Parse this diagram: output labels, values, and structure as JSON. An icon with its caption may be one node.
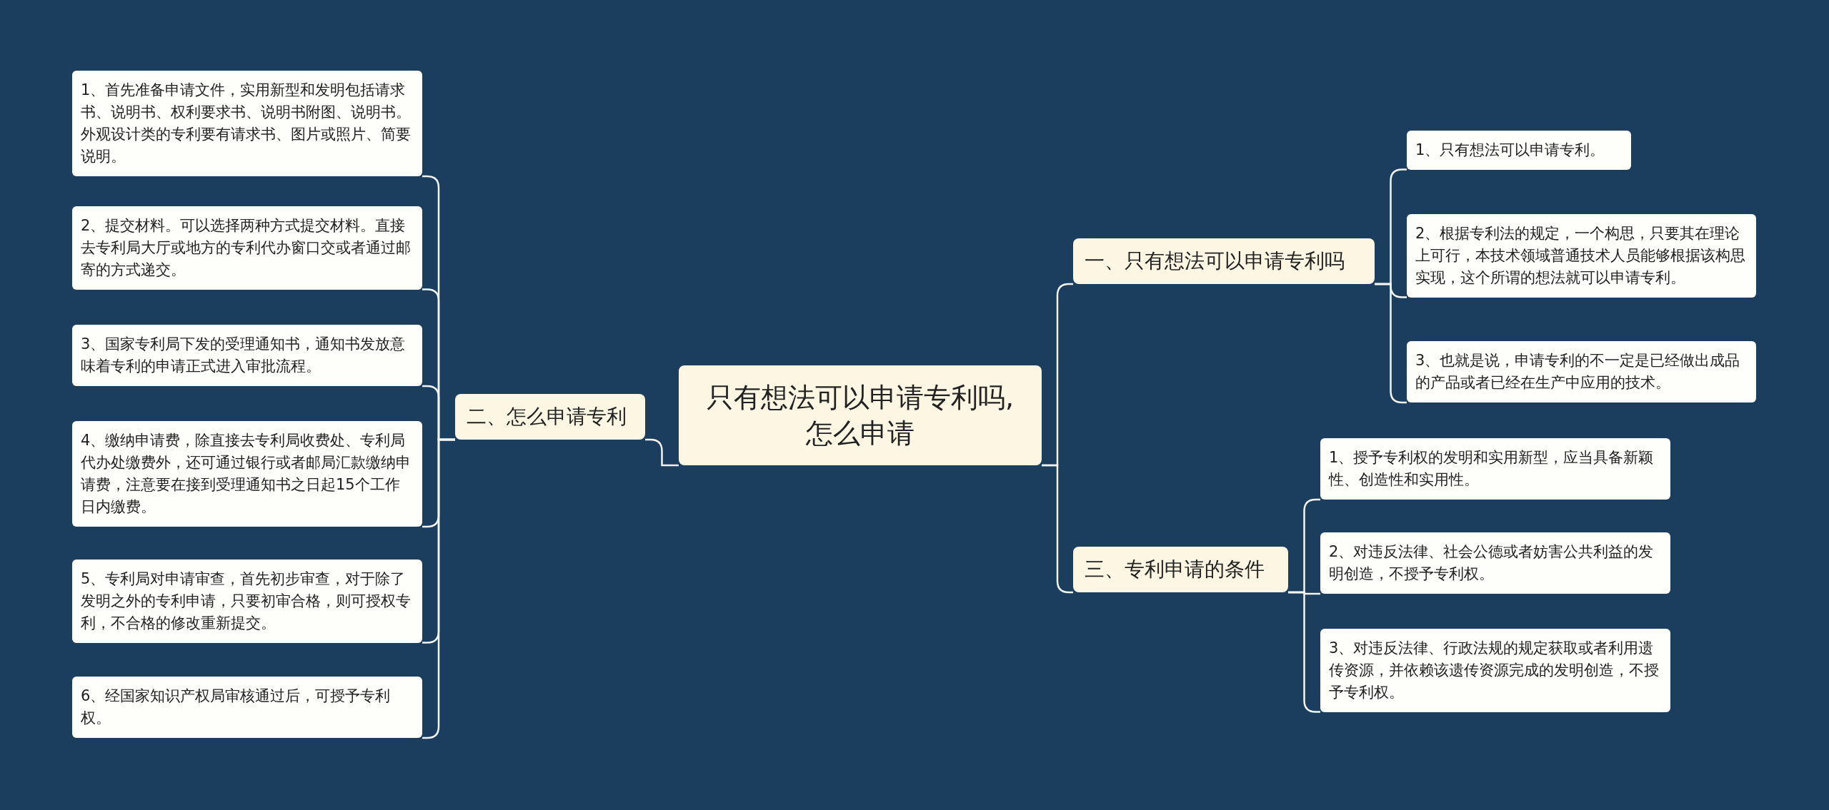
{
  "diagram": {
    "nodes": [
      {
        "text": [
          "只有想法可以申请专利吗,怎么申请"
        ]
      },
      {
        "text": [
          "一、只有想法可以申请专利吗"
        ]
      },
      {
        "text": [
          "1、只有想法可以申请专利。"
        ]
      },
      {
        "text": [
          "2、根据专利法的规定，一个构思，只要其在理论上可行，本技术领域普通技术人员能够根据该构思实现，这个所谓的想法就可以申请专利。"
        ]
      },
      {
        "text": [
          "3、也就是说，申请专利的不一定是已经做出成品的产品或者已经在生产中应用的技术。"
        ]
      },
      {
        "text": [
          "三、专利申请的条件"
        ]
      },
      {
        "text": [
          "1、授予专利权的发明和实用新型，应当具备新颖性、创造性和实用性。"
        ]
      },
      {
        "text": [
          "2、对违反法律、社会公德或者妨害公共利益的发明创造，不授予专利权。"
        ]
      },
      {
        "text": [
          "3、对违反法律、行政法规的规定获取或者利用遗传资源，并依赖该遗传资源完成的发明创造，不授予专利权。"
        ]
      },
      {
        "text": [
          "二、怎么申请专利"
        ]
      },
      {
        "text": [
          "1、首先准备申请文件，实用新型和发明包括请求书、说明书、权利要求书、说明书附图、说明书。外观设计类的专利要有请求书、图片或照片、简要说明。"
        ]
      },
      {
        "text": [
          "2、提交材料。可以选择两种方式提交材料。直接去专利局大厅或地方的专利代办窗口交或者通过邮寄的方式递交。"
        ]
      },
      {
        "text": [
          "3、国家专利局下发的受理通知书，通知书发放意味着专利的申请正式进入审批流程。"
        ]
      },
      {
        "text": [
          "4、缴纳申请费，除直接去专利局收费处、专利局代办处缴费外，还可通过银行或者邮局汇款缴纳申请费，注意要在接到受理通知书之日起15个工作日内缴费。"
        ]
      },
      {
        "text": [
          "5、专利局对申请审查，首先初步审查，对于除了发明之外的专利申请，只要初审合格，则可授权专利，不合格的修改重新提交。"
        ]
      },
      {
        "text": [
          "6、经国家知识产权局审核通过后，可授予专利权。"
        ]
      }
    ],
    "edges": [
      {
        "from": 0,
        "to": 1,
        "arrow": "none"
      },
      {
        "from": 1,
        "to": 2,
        "arrow": "none"
      },
      {
        "from": 1,
        "to": 3,
        "arrow": "none"
      },
      {
        "from": 1,
        "to": 4,
        "arrow": "none"
      },
      {
        "from": 0,
        "to": 5,
        "arrow": "none"
      },
      {
        "from": 5,
        "to": 6,
        "arrow": "none"
      },
      {
        "from": 5,
        "to": 7,
        "arrow": "none"
      },
      {
        "from": 5,
        "to": 8,
        "arrow": "none"
      },
      {
        "from": 0,
        "to": 9,
        "arrow": "none"
      },
      {
        "from": 9,
        "to": 10,
        "arrow": "none"
      },
      {
        "from": 9,
        "to": 11,
        "arrow": "none"
      },
      {
        "from": 9,
        "to": 12,
        "arrow": "none"
      },
      {
        "from": 9,
        "to": 13,
        "arrow": "none"
      },
      {
        "from": 9,
        "to": 14,
        "arrow": "none"
      },
      {
        "from": 9,
        "to": 15,
        "arrow": "none"
      }
    ]
  }
}
